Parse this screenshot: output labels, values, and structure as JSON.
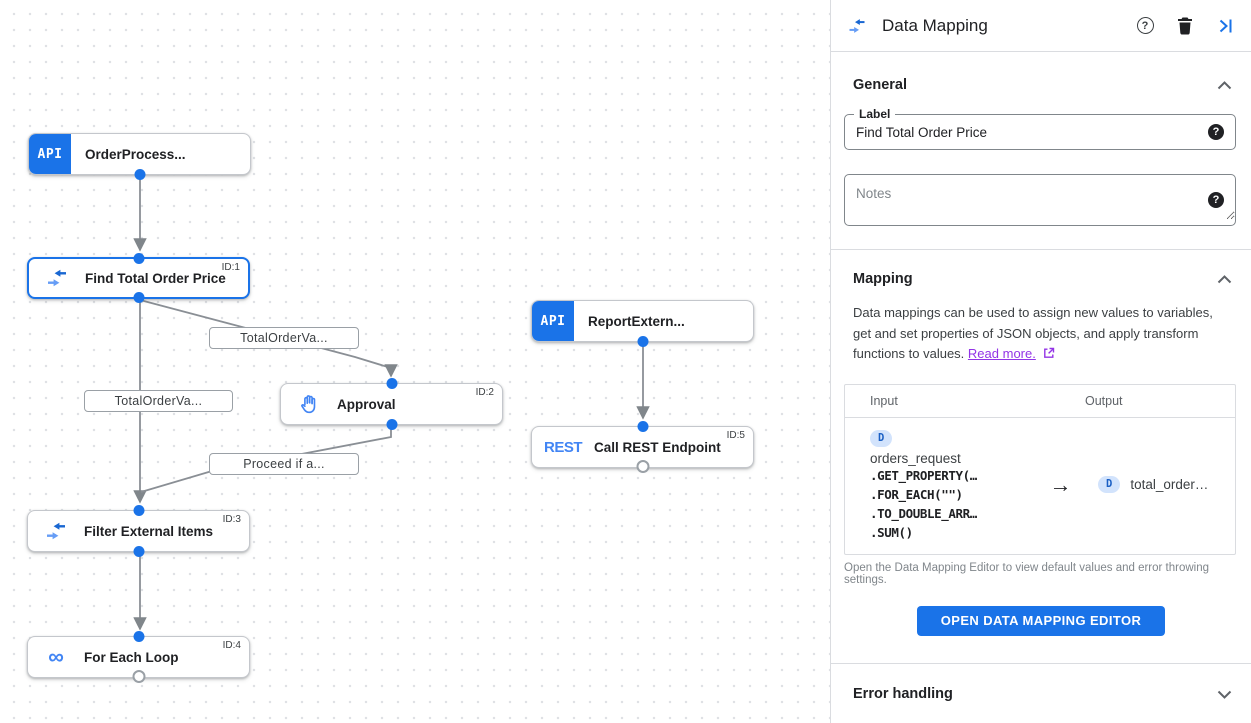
{
  "colors": {
    "accent_blue": "#1a73e8",
    "icon_blue": "#4285f4",
    "edge_gray": "#80868b",
    "divider": "#dadce0",
    "link_purple": "#9334e6",
    "chip_bg": "#d2e3fc"
  },
  "canvas": {
    "api_chip_label": "API",
    "rest_label": "REST",
    "loop_glyph": "∞",
    "nodes": [
      {
        "title": "OrderProcess...",
        "badge": ""
      },
      {
        "title": "Find Total Order Price",
        "badge": "ID:1"
      },
      {
        "title": "ReportExtern...",
        "badge": ""
      },
      {
        "title": "Approval",
        "badge": "ID:2"
      },
      {
        "title": "Call REST Endpoint",
        "badge": "ID:5"
      },
      {
        "title": "Filter External Items",
        "badge": "ID:3"
      },
      {
        "title": "For Each Loop",
        "badge": "ID:4"
      }
    ],
    "edge_labels": [
      "TotalOrderVa...",
      "TotalOrderVa...",
      "Proceed if a..."
    ]
  },
  "panel": {
    "title": "Data Mapping",
    "sections": {
      "general": "General",
      "mapping": "Mapping",
      "error": "Error handling"
    },
    "label_field": {
      "label": "Label",
      "value": "Find Total Order Price"
    },
    "notes_field": {
      "placeholder": "Notes"
    },
    "mapping_description": "Data mappings can be used to assign new values to variables, get and set properties of JSON objects, and apply transform functions to values.",
    "read_more": "Read more.",
    "table": {
      "input_header": "Input",
      "output_header": "Output",
      "input_chip": "D",
      "input_var": "orders_request",
      "input_functions": [
        ".GET_PROPERTY(…",
        ".FOR_EACH(\"\")",
        ".TO_DOUBLE_ARR…",
        ".SUM()"
      ],
      "arrow": "→",
      "output_chip": "D",
      "output_var": "total_order…"
    },
    "editor_hint": "Open the Data Mapping Editor to view default values and error throwing settings.",
    "open_editor_button": "OPEN DATA MAPPING EDITOR"
  }
}
